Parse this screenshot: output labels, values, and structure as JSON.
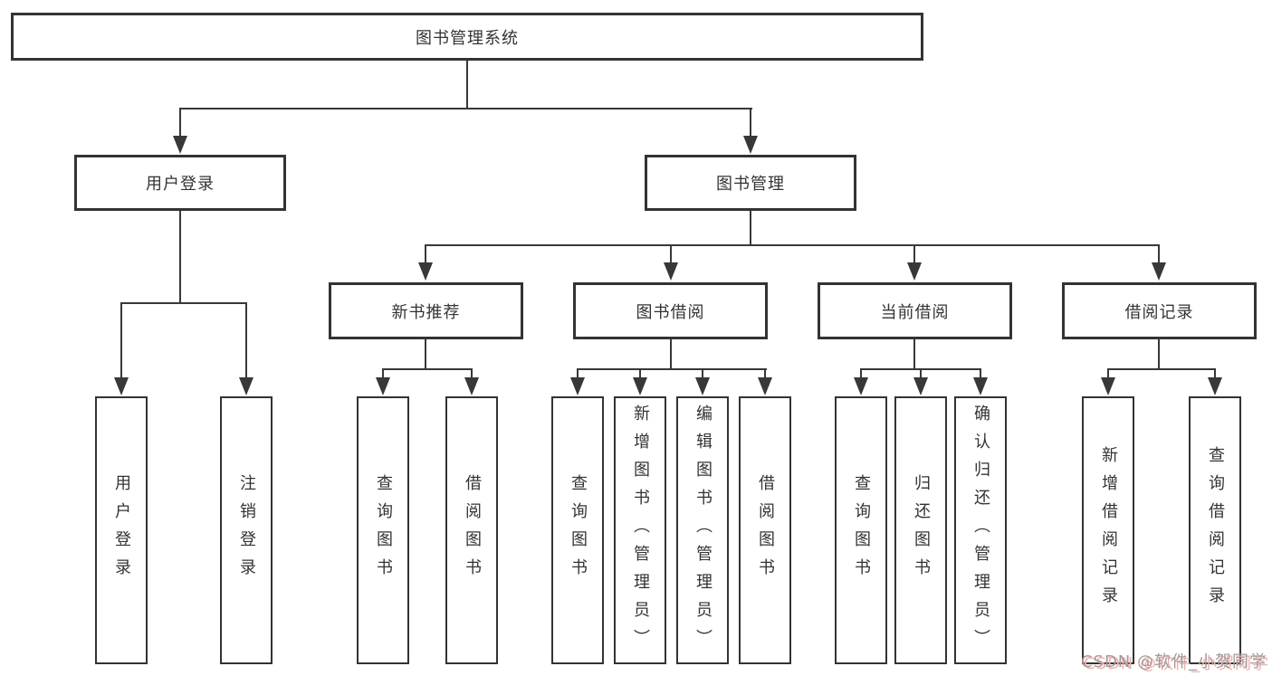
{
  "tree": {
    "root": {
      "label": "图书管理系统"
    },
    "user_login": {
      "label": "用户登录",
      "children": [
        {
          "label": "用户登录"
        },
        {
          "label": "注销登录"
        }
      ]
    },
    "book_mgmt": {
      "label": "图书管理",
      "sections": [
        {
          "label": "新书推荐",
          "children": [
            {
              "label": "查询图书"
            },
            {
              "label": "借阅图书"
            }
          ]
        },
        {
          "label": "图书借阅",
          "children": [
            {
              "label": "查询图书"
            },
            {
              "label": "新增图书（管理员）"
            },
            {
              "label": "编辑图书（管理员）"
            },
            {
              "label": "借阅图书"
            }
          ]
        },
        {
          "label": "当前借阅",
          "children": [
            {
              "label": "查询图书"
            },
            {
              "label": "归还图书"
            },
            {
              "label": "确认归还（管理员）"
            }
          ]
        },
        {
          "label": "借阅记录",
          "children": [
            {
              "label": "新增借阅记录"
            },
            {
              "label": "查询借阅记录"
            }
          ]
        }
      ]
    }
  },
  "watermark": {
    "text": "CSDN @软件_小贺同学"
  },
  "colors": {
    "line": "#383838",
    "box_border": "#333333",
    "text": "#333333",
    "background": "#ffffff",
    "watermark_text": "#9c9c9c",
    "watermark_shadow": "#f7abab"
  }
}
